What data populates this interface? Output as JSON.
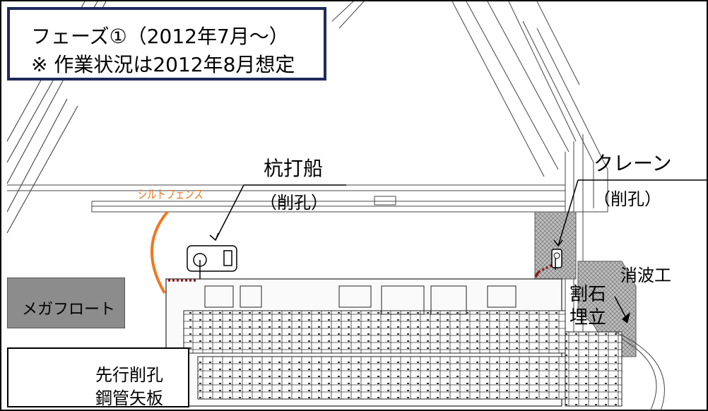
{
  "title_box": {
    "line1": "フェーズ①（2012年7月～）",
    "line2": "※ 作業状況は2012年8月想定"
  },
  "labels": {
    "pile_ship": "杭打船",
    "crane": "クレーン",
    "drilling_left": "（削孔）",
    "drilling_right": "（削孔）",
    "wave_dissipation": "消波工",
    "rubble_line1": "割石",
    "rubble_line2": "埋立",
    "silt_fence": "シルトフェンス",
    "megafloat": "メガフロート"
  },
  "legend": {
    "items": [
      {
        "label": "先行削孔",
        "style": "dotted",
        "color": "#8b1a1a"
      },
      {
        "label": "鋼管矢板",
        "style": "solid",
        "color": "#8b1a1a"
      }
    ]
  },
  "colors": {
    "silt_fence": "#f07820",
    "pile_line": "#8b1a1a",
    "frame": "#1f2a5c",
    "megafloat": "#8c8c8c"
  }
}
